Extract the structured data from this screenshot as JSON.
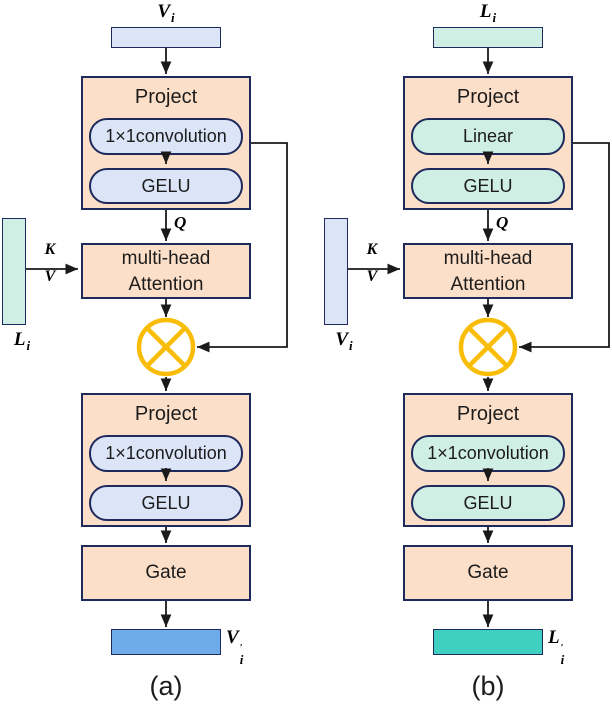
{
  "figure": {
    "shared": {
      "box_fill": "#fcdfc8",
      "border_color": "#1e2a5c",
      "wire_color": "#1a1a1a",
      "multiply_color": "#f9bd08",
      "multiply_symbol": "circled-times"
    },
    "panels": [
      {
        "caption": "(a)",
        "top_label": {
          "base": "V",
          "sub": "i"
        },
        "side_label": {
          "base": "L",
          "sub": "i"
        },
        "output_label": {
          "base": "V",
          "sub": "i",
          "prime": "′"
        },
        "wire_labels": {
          "q": "Q",
          "k": "K",
          "v": "V"
        },
        "project_top": {
          "title": "Project",
          "op": "1×1convolution",
          "activation": "GELU"
        },
        "attention": {
          "line1": "multi-head",
          "line2": "Attention"
        },
        "project_bottom": {
          "title": "Project",
          "op": "1×1convolution",
          "activation": "GELU"
        },
        "gate": {
          "label": "Gate"
        },
        "colors": {
          "input_fill": "#dce4f8",
          "side_input_fill": "#cfeee4",
          "pill_fill": "#dce4f8",
          "output_fill": "#6dace8"
        }
      },
      {
        "caption": "(b)",
        "top_label": {
          "base": "L",
          "sub": "i"
        },
        "side_label": {
          "base": "V",
          "sub": "i"
        },
        "output_label": {
          "base": "L",
          "sub": "i",
          "prime": "′"
        },
        "wire_labels": {
          "q": "Q",
          "k": "K",
          "v": "V"
        },
        "project_top": {
          "title": "Project",
          "op": "Linear",
          "activation": "GELU"
        },
        "attention": {
          "line1": "multi-head",
          "line2": "Attention"
        },
        "project_bottom": {
          "title": "Project",
          "op": "1×1convolution",
          "activation": "GELU"
        },
        "gate": {
          "label": "Gate"
        },
        "colors": {
          "input_fill": "#cfeee4",
          "side_input_fill": "#dce4f8",
          "pill_fill": "#cfeee4",
          "output_fill": "#3ed0c0"
        }
      }
    ]
  }
}
